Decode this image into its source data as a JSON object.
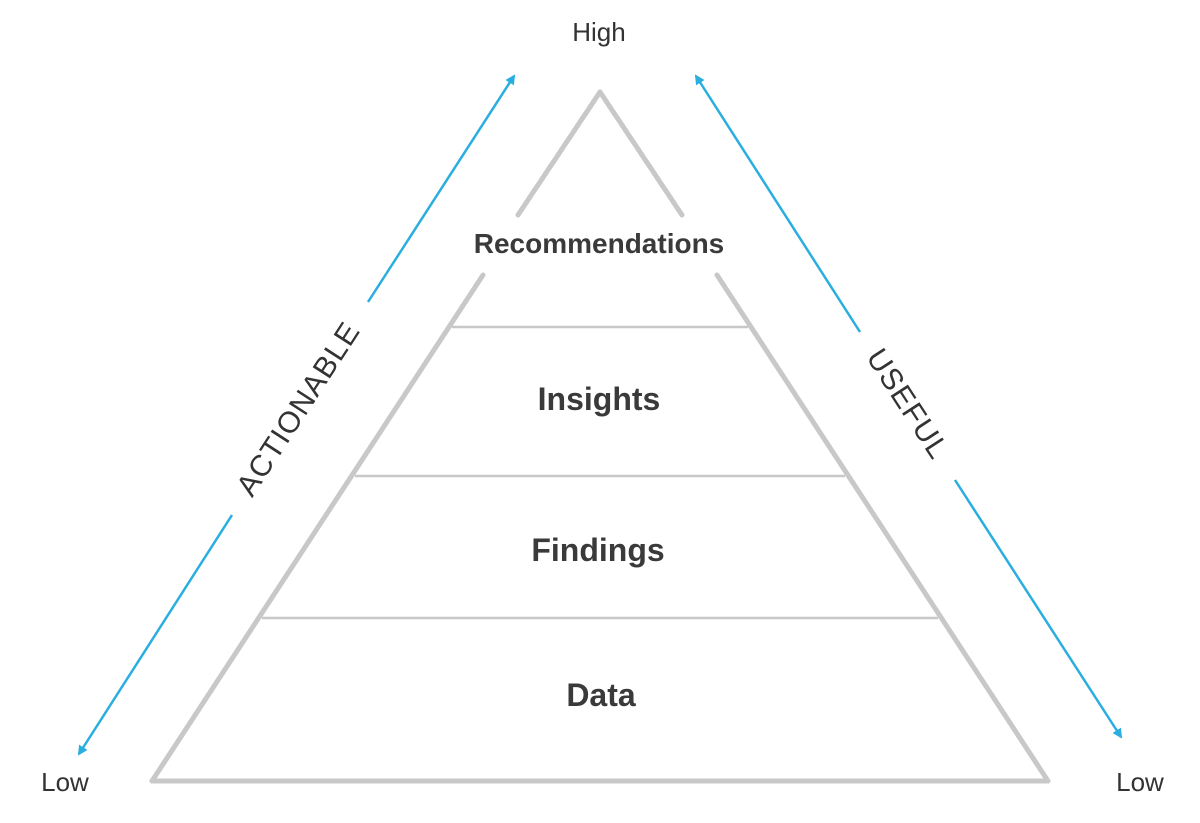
{
  "diagram": {
    "top_label": "High",
    "bottom_left_label": "Low",
    "bottom_right_label": "Low",
    "left_axis_label": "ACTIONABLE",
    "right_axis_label": "USEFUL",
    "levels": [
      {
        "label": "Recommendations"
      },
      {
        "label": "Insights"
      },
      {
        "label": "Findings"
      },
      {
        "label": "Data"
      }
    ]
  },
  "colors": {
    "pyramid_stroke": "#c8c8c8",
    "arrow": "#2aaee0",
    "level_text": "#3a3a3a",
    "label_text": "#333333"
  }
}
